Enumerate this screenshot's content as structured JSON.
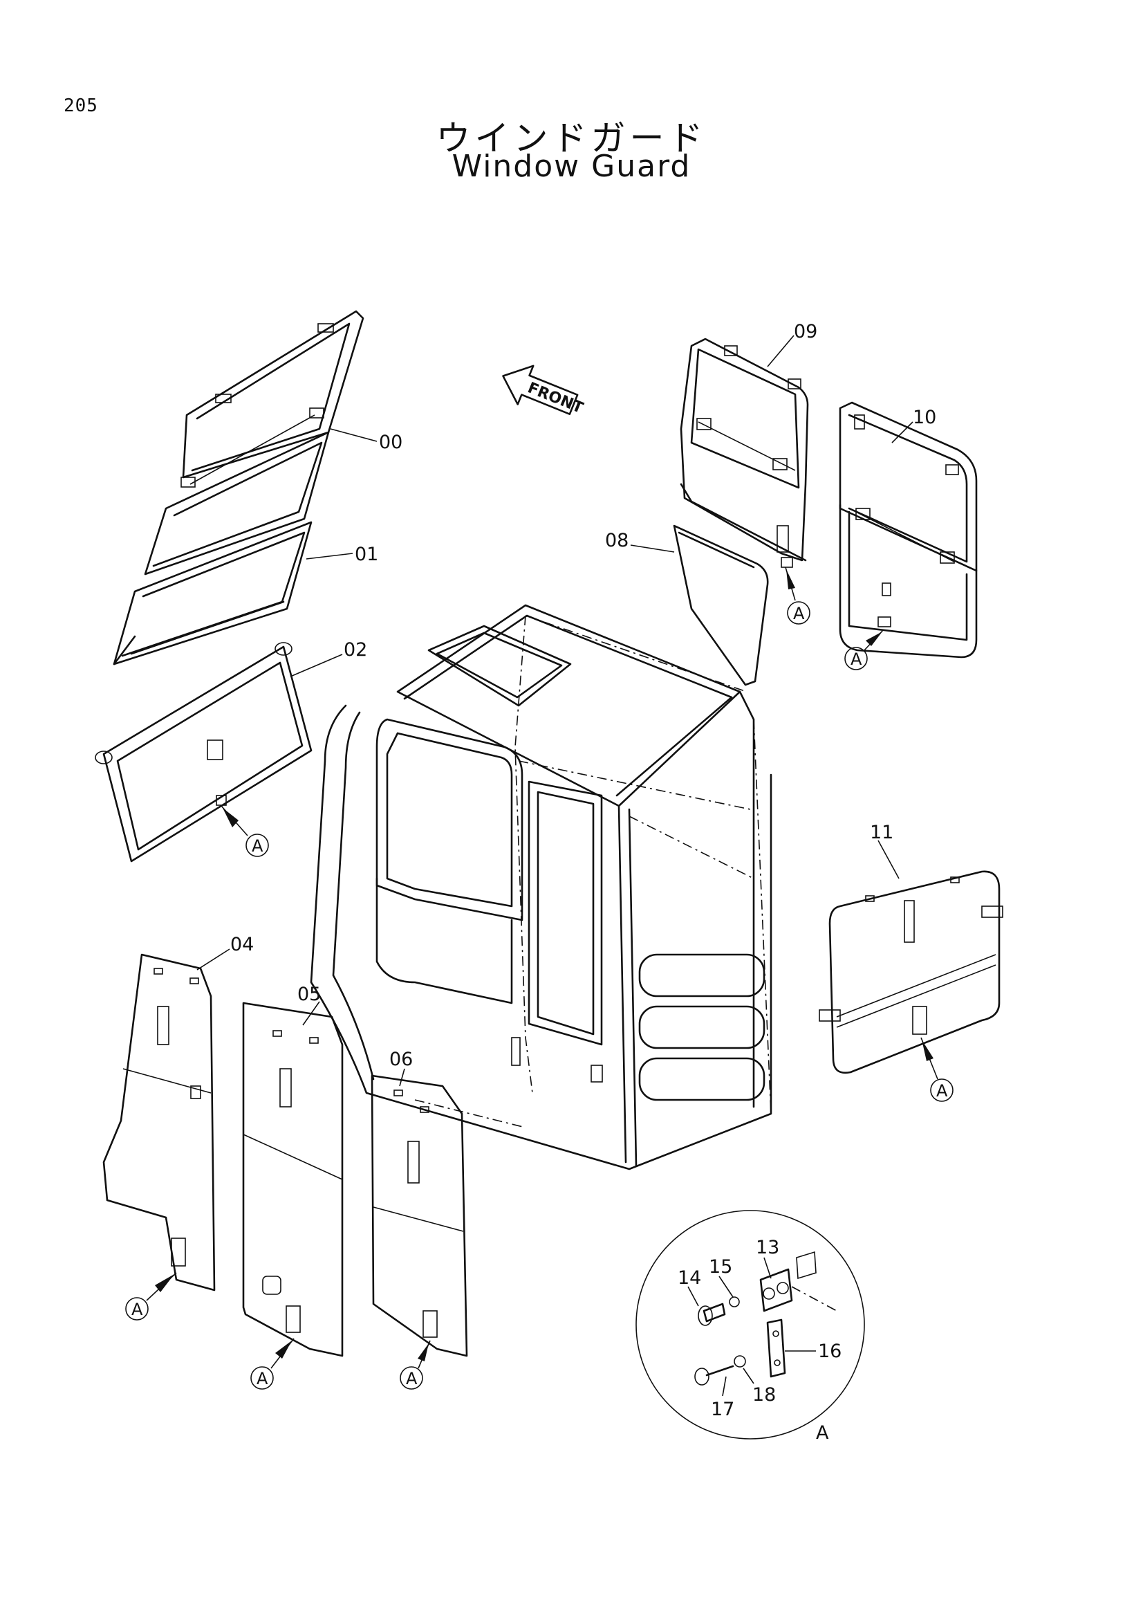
{
  "page_number": "205",
  "title_jp": "ウインドガード",
  "title_en": "Window Guard",
  "direction_label": "FRONT",
  "callout_ref": "A",
  "detail_label": "A",
  "parts": {
    "p00": "00",
    "p01": "01",
    "p02": "02",
    "p04": "04",
    "p05": "05",
    "p06": "06",
    "p08": "08",
    "p09": "09",
    "p10": "10",
    "p11": "11",
    "p13": "13",
    "p14": "14",
    "p15": "15",
    "p16": "16",
    "p17": "17",
    "p18": "18"
  }
}
